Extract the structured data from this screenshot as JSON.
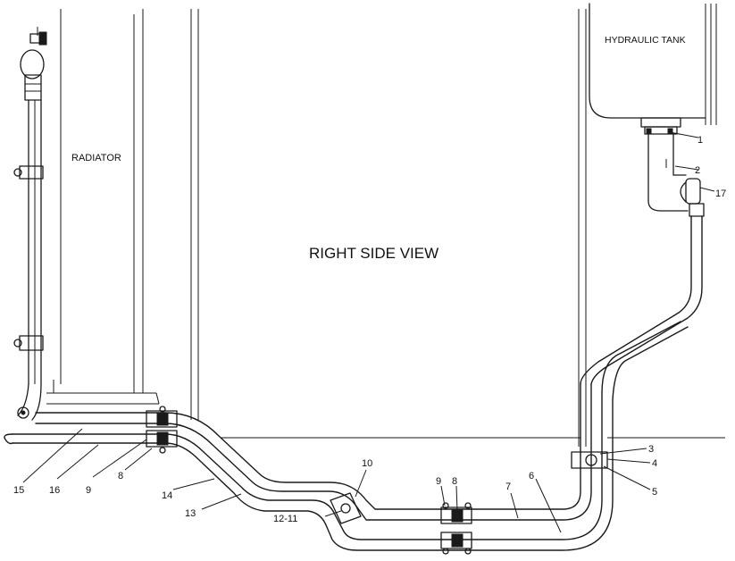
{
  "labels": {
    "radiator": "RADIATOR",
    "tank": "HYDRAULIC TANK",
    "view": "RIGHT SIDE VIEW"
  },
  "callouts": [
    {
      "id": "c1",
      "text": "1"
    },
    {
      "id": "c2",
      "text": "2"
    },
    {
      "id": "c17",
      "text": "17"
    },
    {
      "id": "c3",
      "text": "3"
    },
    {
      "id": "c4",
      "text": "4"
    },
    {
      "id": "c5",
      "text": "5"
    },
    {
      "id": "c6",
      "text": "6"
    },
    {
      "id": "c7",
      "text": "7"
    },
    {
      "id": "c8b",
      "text": "8"
    },
    {
      "id": "c9b",
      "text": "9"
    },
    {
      "id": "c10",
      "text": "10"
    },
    {
      "id": "c1211",
      "text": "12-11"
    },
    {
      "id": "c13",
      "text": "13"
    },
    {
      "id": "c14",
      "text": "14"
    },
    {
      "id": "c8a",
      "text": "8"
    },
    {
      "id": "c9a",
      "text": "9"
    },
    {
      "id": "c16",
      "text": "16"
    },
    {
      "id": "c15",
      "text": "15"
    }
  ]
}
